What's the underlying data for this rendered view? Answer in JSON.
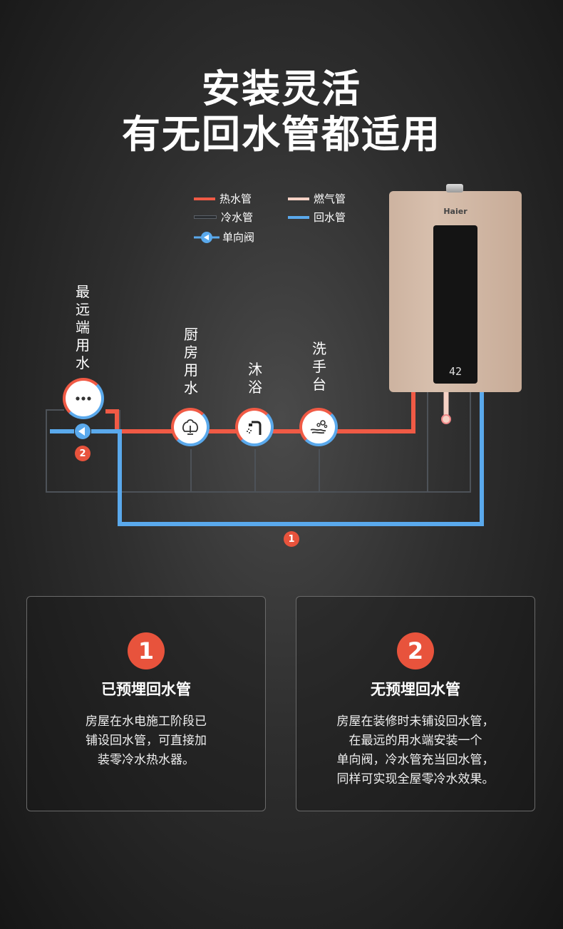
{
  "title": {
    "line1": "安装灵活",
    "line2": "有无回水管都适用"
  },
  "legend": {
    "hot": {
      "label": "热水管",
      "color": "#f05a45"
    },
    "gas": {
      "label": "燃气管",
      "color": "#f6d2c5"
    },
    "cold": {
      "label": "冷水管",
      "color": "#3a3f45"
    },
    "return": {
      "label": "回水管",
      "color": "#5aa9ec"
    },
    "valve": {
      "label": "单向阀"
    }
  },
  "fixtures": {
    "far": {
      "label": "最远端用水",
      "icon": "more-dots-icon"
    },
    "kitchen": {
      "label": "厨房用水",
      "icon": "faucet-icon"
    },
    "shower": {
      "label": "沐浴",
      "icon": "shower-icon"
    },
    "basin": {
      "label": "洗手台",
      "icon": "hand-wash-icon"
    }
  },
  "heater": {
    "brand": "Haier",
    "display": "42"
  },
  "badges": {
    "one": "1",
    "two": "2"
  },
  "cards": [
    {
      "number": "1",
      "title": "已预埋回水管",
      "lines": [
        "房屋在水电施工阶段已",
        "铺设回水管，可直接加",
        "装零冷水热水器。"
      ]
    },
    {
      "number": "2",
      "title": "无预埋回水管",
      "lines": [
        "房屋在装修时未铺设回水管，",
        "在最远的用水端安装一个",
        "单向阀，冷水管充当回水管，",
        "同样可实现全屋零冷水效果。"
      ]
    }
  ]
}
